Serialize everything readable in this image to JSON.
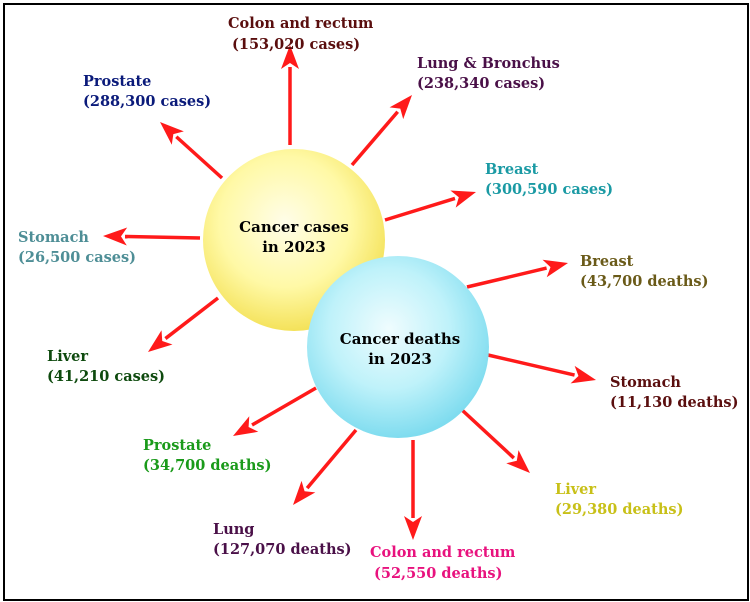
{
  "cases_center": {
    "line1": "Cancer cases",
    "line2": "in 2023"
  },
  "deaths_center": {
    "line1": "Cancer deaths",
    "line2": "in 2023"
  },
  "cases": [
    {
      "site": "Colon and rectum",
      "value": "(153,020 cases)",
      "color": "#5a0e0e"
    },
    {
      "site": "Lung & Bronchus",
      "value": "(238,340 cases)",
      "color": "#4a1048"
    },
    {
      "site": "Breast",
      "value": "(300,590 cases)",
      "color": "#1a9aa4"
    },
    {
      "site": "Prostate",
      "value": "(288,300 cases)",
      "color": "#0a1a7a"
    },
    {
      "site": "Stomach",
      "value": "(26,500 cases)",
      "color": "#4e8e96"
    },
    {
      "site": "Liver",
      "value": "(41,210 cases)",
      "color": "#0e4a0e"
    }
  ],
  "deaths": [
    {
      "site": "Breast",
      "value": "(43,700 deaths)",
      "color": "#6a5a18"
    },
    {
      "site": "Stomach",
      "value": "(11,130 deaths)",
      "color": "#5a0e0e"
    },
    {
      "site": "Liver",
      "value": "(29,380 deaths)",
      "color": "#c8c018"
    },
    {
      "site": "Colon and rectum",
      "value": "(52,550 deaths)",
      "color": "#e8127e"
    },
    {
      "site": "Lung",
      "value": "(127,070 deaths)",
      "color": "#4a1048"
    },
    {
      "site": "Prostate",
      "value": "(34,700 deaths)",
      "color": "#1a9a1a"
    }
  ],
  "arrow_color": "#ff1a1a"
}
